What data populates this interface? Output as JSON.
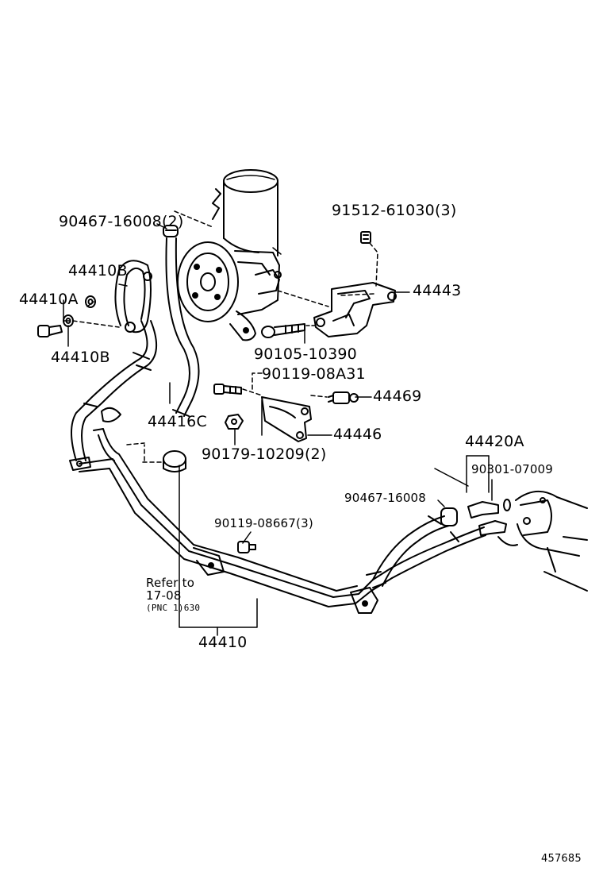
{
  "labels": {
    "p_90467_top": "90467-16008(2)",
    "p_91512": "91512-61030(3)",
    "p_44410B_a": "44410B",
    "p_44410A": "44410A",
    "p_44410B_b": "44410B",
    "p_44443": "44443",
    "p_90105": "90105-10390",
    "p_90119_a": "90119-08A31",
    "p_44469": "44469",
    "p_44416C": "44416C",
    "p_44446": "44446",
    "p_90179": "90179-10209(2)",
    "p_44420A": "44420A",
    "p_90301": "90301-07009",
    "p_90467_bot": "90467-16008",
    "p_90119_b": "90119-08667(3)",
    "refer_1": "Refer to",
    "refer_2": "17-08",
    "refer_3": "(PNC 1)630",
    "p_44410": "44410"
  },
  "figure_id": "457685"
}
